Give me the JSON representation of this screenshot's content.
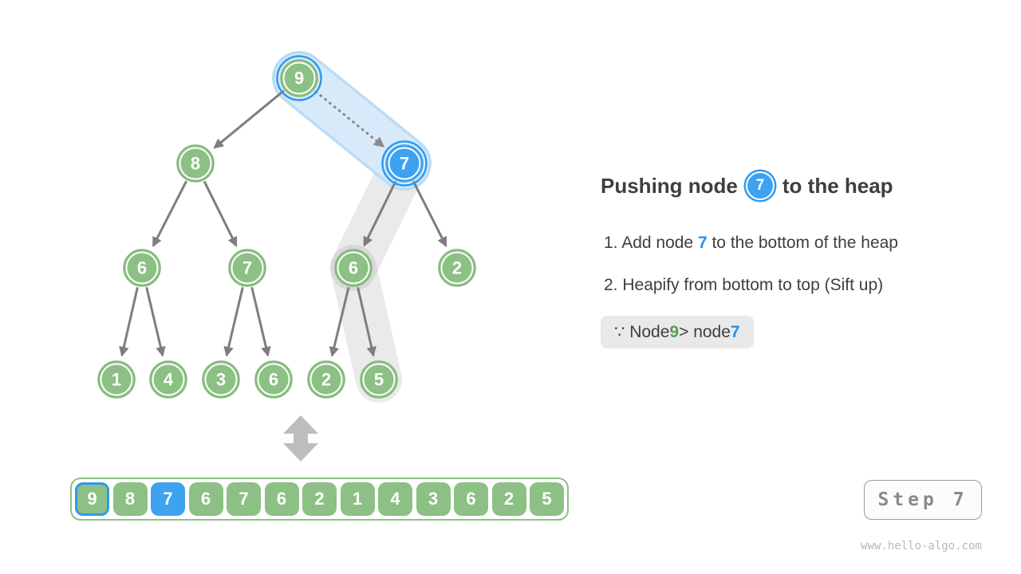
{
  "colors": {
    "green": "#8CC084",
    "blue": "#3DA2EF",
    "text-blue": "#2492EE",
    "text-green": "#54A052",
    "edge": "#7E7E7E",
    "note-bg": "#E9E9E9"
  },
  "tree": {
    "nodes": [
      {
        "value": "9",
        "state": "ring"
      },
      {
        "value": "8",
        "state": "normal"
      },
      {
        "value": "7",
        "state": "blue"
      },
      {
        "value": "6",
        "state": "normal"
      },
      {
        "value": "7",
        "state": "normal"
      },
      {
        "value": "6",
        "state": "normal"
      },
      {
        "value": "2",
        "state": "normal"
      },
      {
        "value": "1",
        "state": "normal"
      },
      {
        "value": "4",
        "state": "normal"
      },
      {
        "value": "3",
        "state": "normal"
      },
      {
        "value": "6",
        "state": "normal"
      },
      {
        "value": "2",
        "state": "normal"
      },
      {
        "value": "5",
        "state": "normal"
      }
    ]
  },
  "array": {
    "cells": [
      {
        "value": "9",
        "state": "outlined"
      },
      {
        "value": "8",
        "state": "normal"
      },
      {
        "value": "7",
        "state": "blue"
      },
      {
        "value": "6",
        "state": "normal"
      },
      {
        "value": "7",
        "state": "normal"
      },
      {
        "value": "6",
        "state": "normal"
      },
      {
        "value": "2",
        "state": "normal"
      },
      {
        "value": "1",
        "state": "normal"
      },
      {
        "value": "4",
        "state": "normal"
      },
      {
        "value": "3",
        "state": "normal"
      },
      {
        "value": "6",
        "state": "normal"
      },
      {
        "value": "2",
        "state": "normal"
      },
      {
        "value": "5",
        "state": "normal"
      }
    ]
  },
  "panel": {
    "title_prefix": "Pushing node",
    "title_node_value": "7",
    "title_suffix": "to the heap",
    "steps": [
      {
        "pre": "1. Add node ",
        "highlight": "7",
        "post": " to the bottom of the heap"
      },
      {
        "pre": "2. Heapify from bottom to top (Sift up)",
        "highlight": "",
        "post": ""
      }
    ],
    "note": {
      "pre": "∵ Node ",
      "green": "9",
      "mid": " > node ",
      "blue": "7"
    }
  },
  "step_button": {
    "label": "Step 7"
  },
  "watermark": "www.hello-algo.com"
}
